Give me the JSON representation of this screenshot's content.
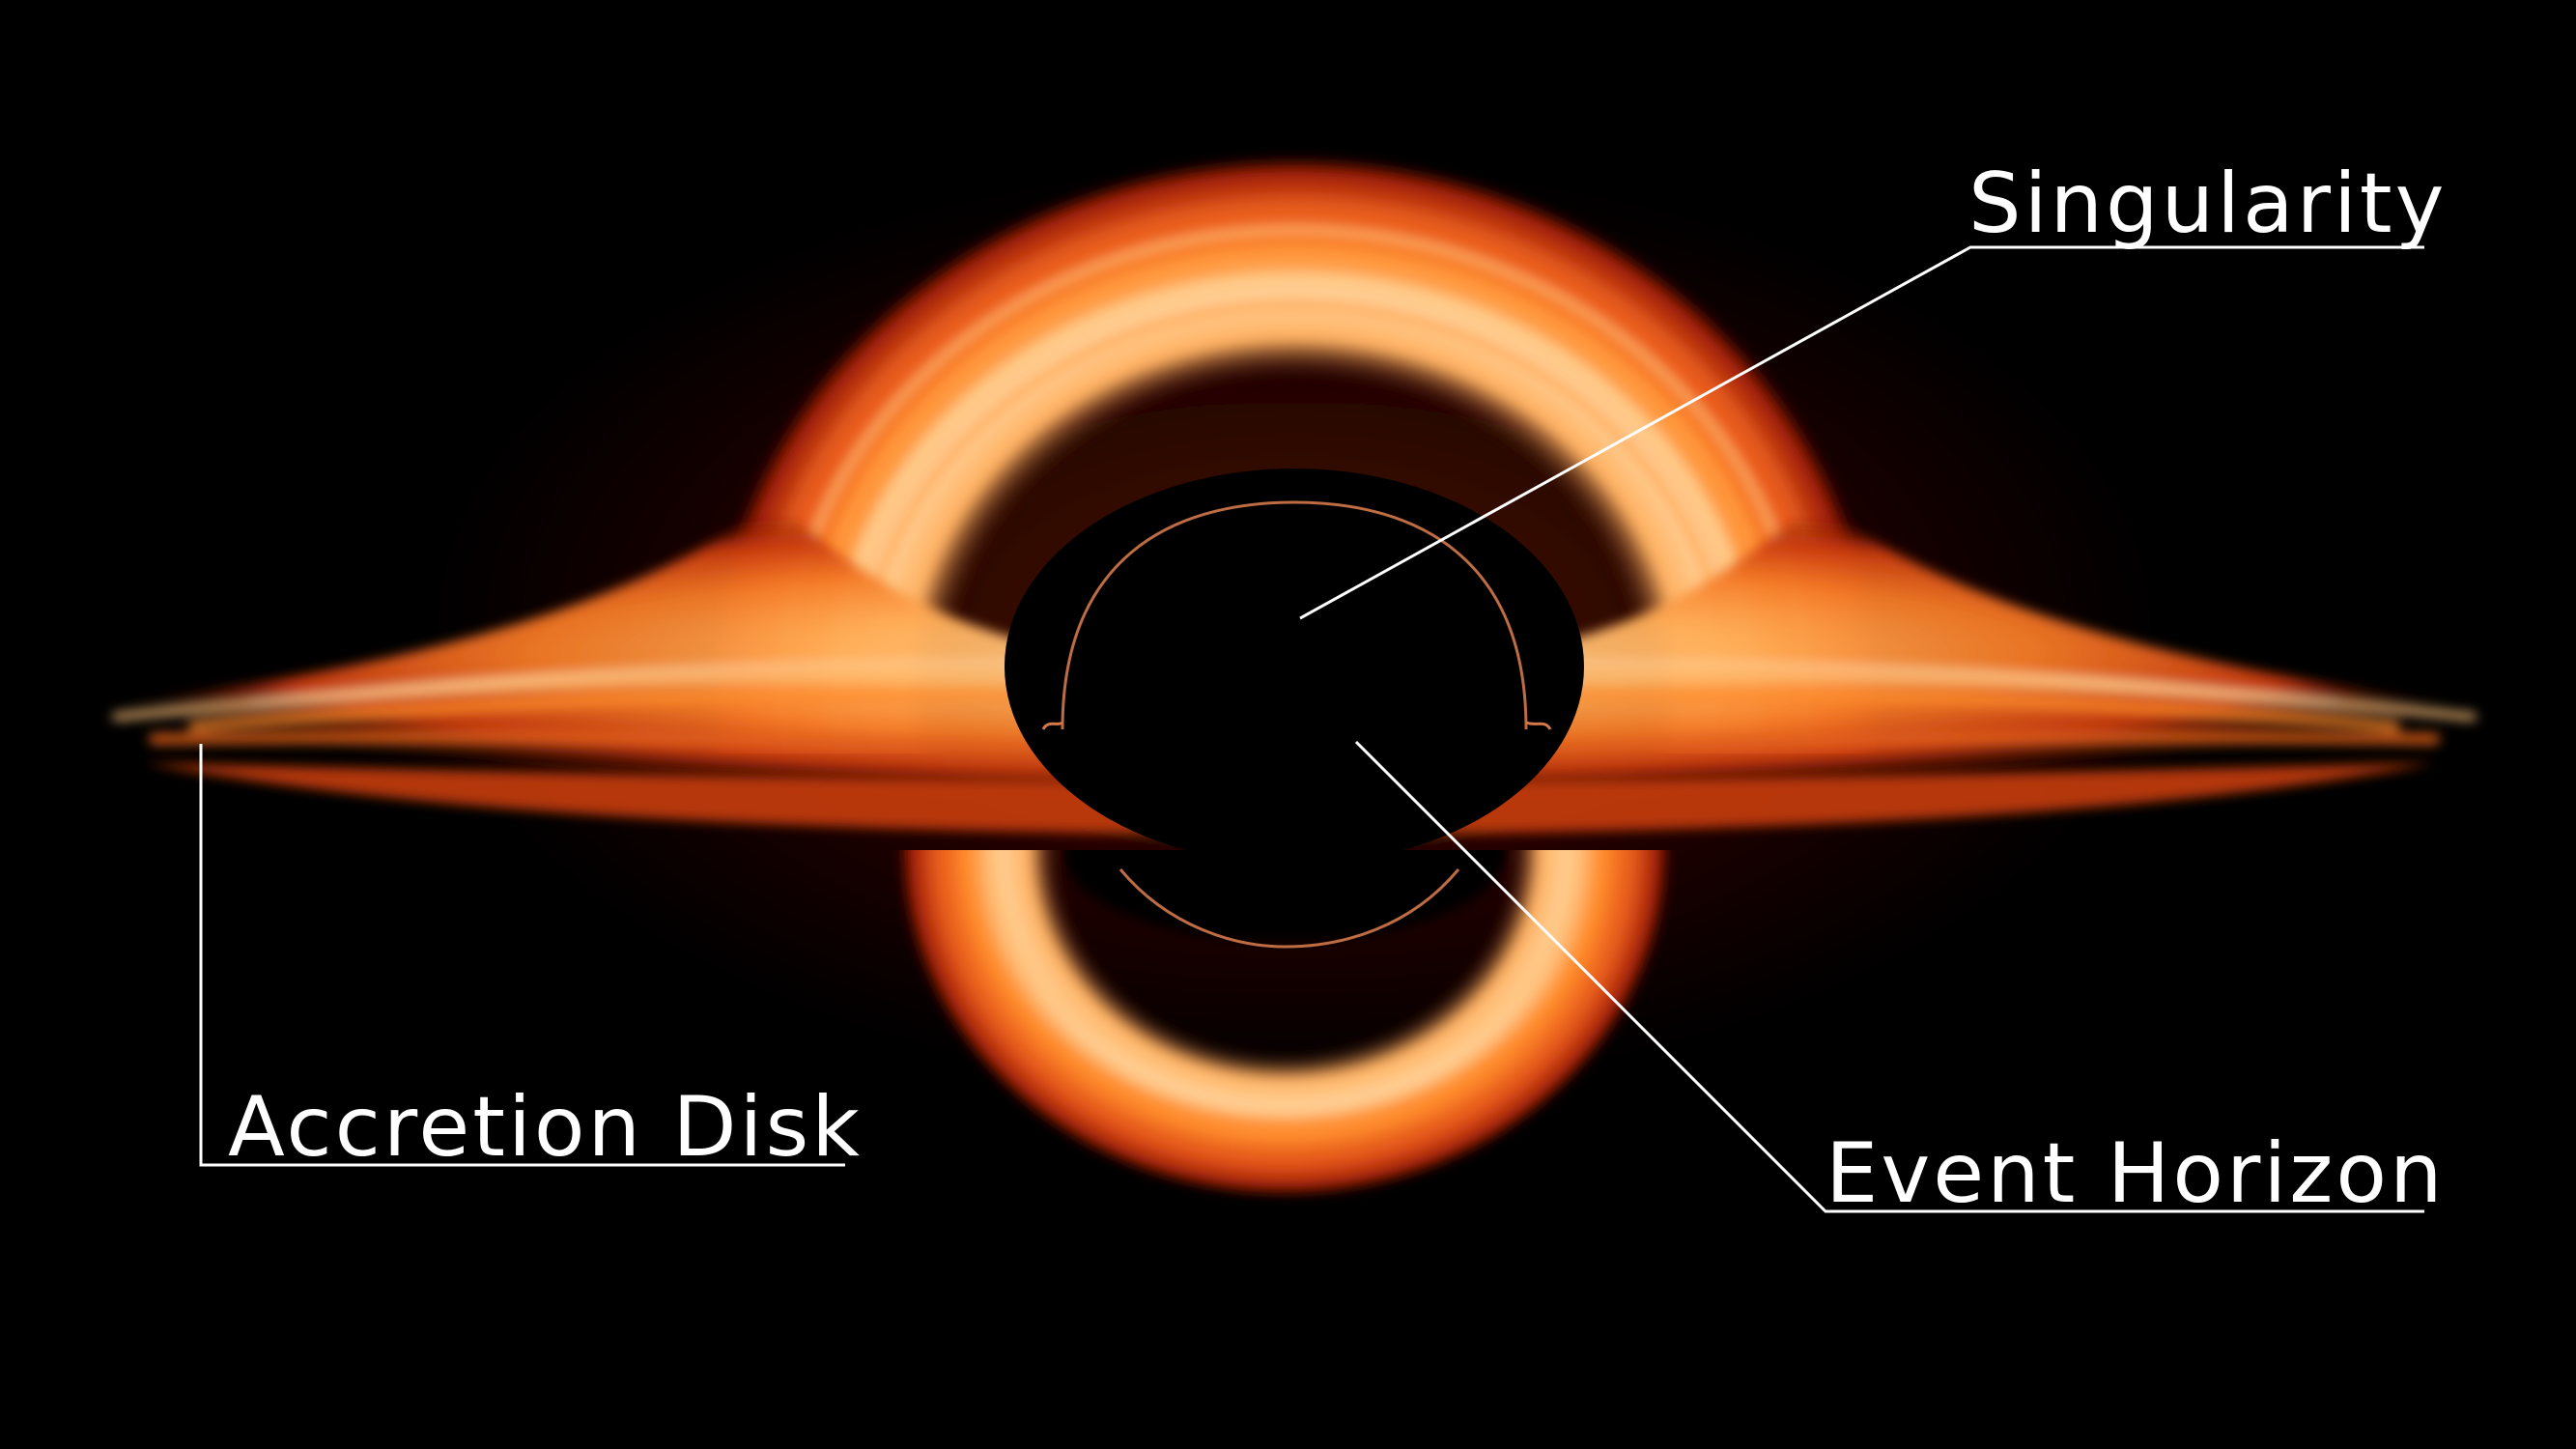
{
  "diagram": {
    "background_color": "#000000",
    "disk_colors": [
      "#ffd29a",
      "#ffb060",
      "#ff8c2c",
      "#f2621a",
      "#c2300c",
      "#5e0d02"
    ],
    "label_color": "#ffffff",
    "labels": {
      "singularity": "Singularity",
      "event_horizon": "Event Horizon",
      "accretion_disk": "Accretion Disk"
    }
  }
}
